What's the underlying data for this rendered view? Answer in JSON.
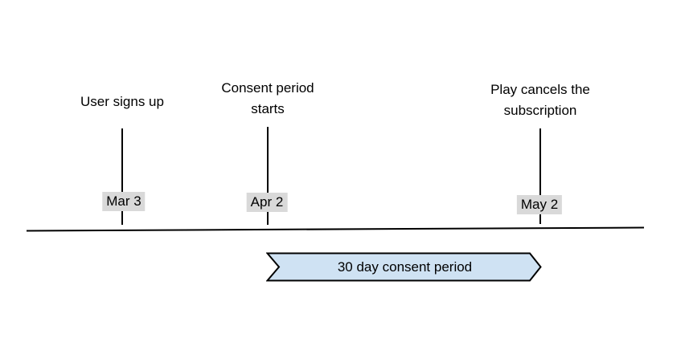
{
  "events": [
    {
      "label": "User signs up",
      "date": "Mar 3"
    },
    {
      "label": "Consent period starts",
      "date": "Apr 2"
    },
    {
      "label": "Play cancels the subscription",
      "date": "May 2"
    }
  ],
  "banner": {
    "label": "30 day consent period",
    "fill_color": "#cfe2f3",
    "border_color": "#000000"
  },
  "colors": {
    "background": "#ffffff",
    "timeline_line": "#000000",
    "date_label_background": "#d9d9d9",
    "text": "#000000"
  }
}
